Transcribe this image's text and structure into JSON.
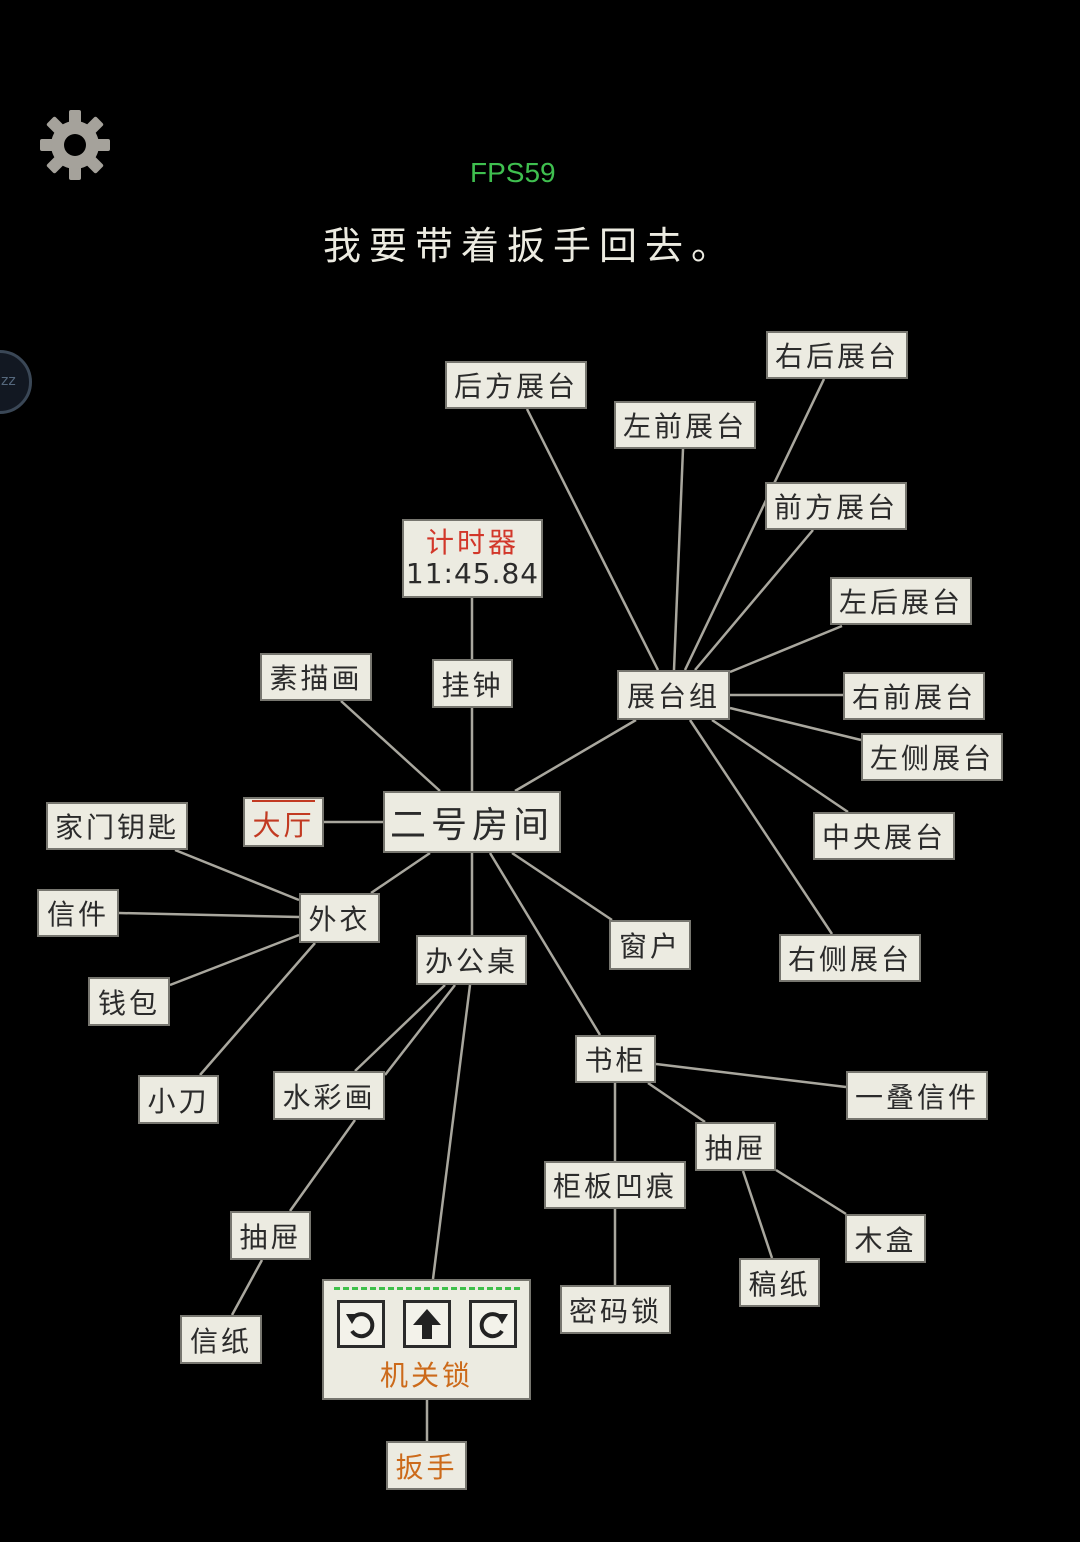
{
  "hud": {
    "fps": "FPS59",
    "message": "我要带着扳手回去。",
    "sleep_label": "zz"
  },
  "nodes": {
    "room2": "二号房间",
    "hall": "大厅",
    "clock": "挂钟",
    "timer_label": "计时器",
    "timer_value": "11:45.84",
    "sketch": "素描画",
    "display_group": "展台组",
    "rear_display": "后方展台",
    "front_left_display": "左前展台",
    "rear_right_display": "右后展台",
    "front_display": "前方展台",
    "rear_left_display": "左后展台",
    "front_right_display": "右前展台",
    "left_display": "左侧展台",
    "center_display": "中央展台",
    "right_display": "右侧展台",
    "coat": "外衣",
    "house_key": "家门钥匙",
    "letter": "信件",
    "wallet": "钱包",
    "knife": "小刀",
    "desk": "办公桌",
    "window": "窗户",
    "watercolor": "水彩画",
    "drawer_left": "抽屉",
    "letter_paper": "信纸",
    "bookcase": "书柜",
    "letter_stack": "一叠信件",
    "drawer_right": "抽屉",
    "cabinet_dent": "柜板凹痕",
    "combo_lock": "密码锁",
    "wooden_box": "木盒",
    "draft_paper": "稿纸",
    "mech_lock": "机关锁",
    "wrench": "扳手"
  },
  "icons": {
    "settings": "gear-icon",
    "rotate_left": "rotate-left-icon",
    "up": "arrow-up-icon",
    "rotate_right": "rotate-right-icon"
  }
}
